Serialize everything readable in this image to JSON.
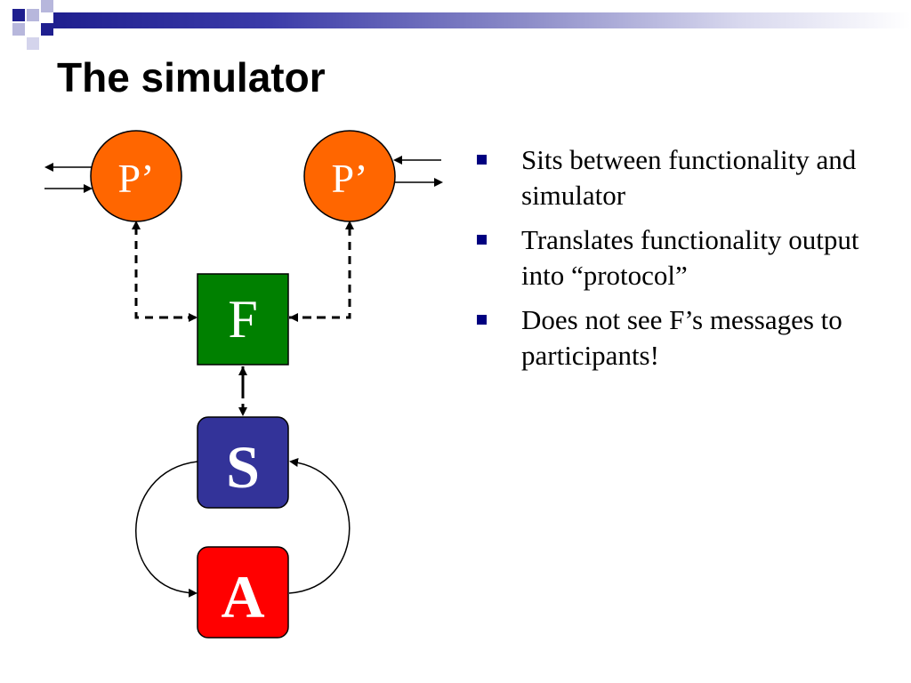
{
  "slide": {
    "title": "The simulator",
    "colors": {
      "header_blue": "#1f1f8f",
      "participant": "#ff6600",
      "functionality": "#008000",
      "simulator": "#333399",
      "adversary": "#ff0000",
      "bullet": "#000080"
    }
  },
  "diagram": {
    "nodes": {
      "participant_left": "P’",
      "participant_right": "P’",
      "functionality": "F",
      "simulator": "S",
      "adversary": "A"
    }
  },
  "bullets": [
    "Sits between functionality and simulator",
    "Translates functionality output into “protocol”",
    "Does not see F’s messages to participants!"
  ]
}
